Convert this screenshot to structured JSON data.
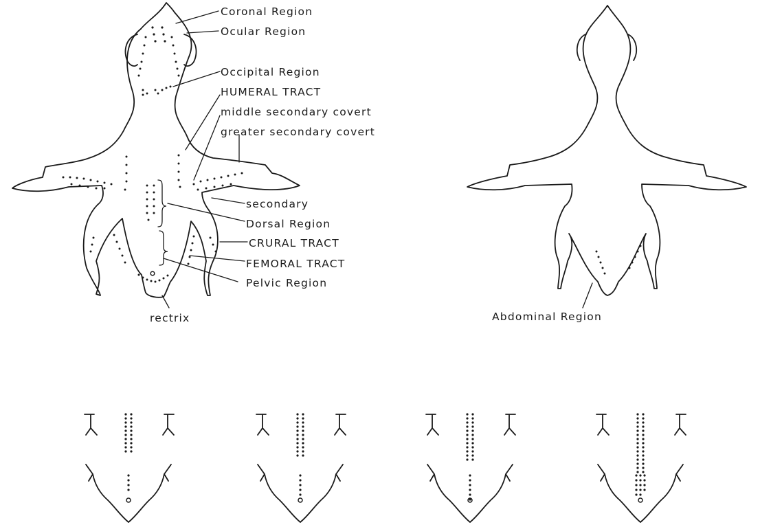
{
  "dorsal_labels": {
    "coronal": "Coronal Region",
    "ocular": "Ocular Region",
    "occipital": "Occipital Region",
    "humeral": "HUMERAL TRACT",
    "middle_covert": "middle secondary covert",
    "greater_covert": "greater secondary covert",
    "secondary": "secondary",
    "dorsal": "Dorsal Region",
    "crural": "CRURAL TRACT",
    "femoral": "FEMORAL TRACT",
    "pelvic": "Pelvic Region",
    "rectrix": "rectrix"
  },
  "ventral_labels": {
    "abdominal": "Abdominal Region"
  },
  "stages": [
    {
      "upper_dots": 20,
      "lower_dots": 4
    },
    {
      "upper_dots": 22,
      "lower_dots": 5
    },
    {
      "upper_dots": 24,
      "lower_dots": 6
    },
    {
      "upper_dots": 30,
      "lower_dots": 14
    }
  ]
}
